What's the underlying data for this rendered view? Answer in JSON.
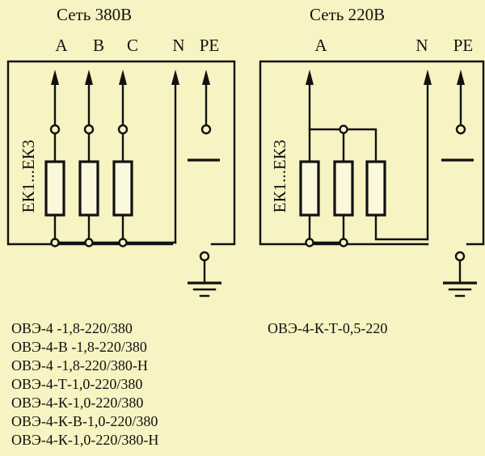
{
  "left_scheme": {
    "title": "Сеть 380В",
    "phases": [
      "A",
      "B",
      "C",
      "N",
      "PE"
    ],
    "element_label": "ЕК1...ЕК3",
    "models": [
      "ОВЭ-4 -1,8-220/380",
      "ОВЭ-4-В -1,8-220/380",
      "ОВЭ-4 -1,8-220/380-Н",
      "ОВЭ-4-Т-1,0-220/380",
      "ОВЭ-4-К-1,0-220/380",
      "ОВЭ-4-К-В-1,0-220/380",
      "ОВЭ-4-К-1,0-220/380-Н"
    ]
  },
  "right_scheme": {
    "title": "Сеть 220В",
    "phases": [
      "A",
      "N",
      "PE"
    ],
    "element_label": "ЕК1...ЕК3",
    "models": [
      "ОВЭ-4-К-Т-0,5-220"
    ]
  }
}
